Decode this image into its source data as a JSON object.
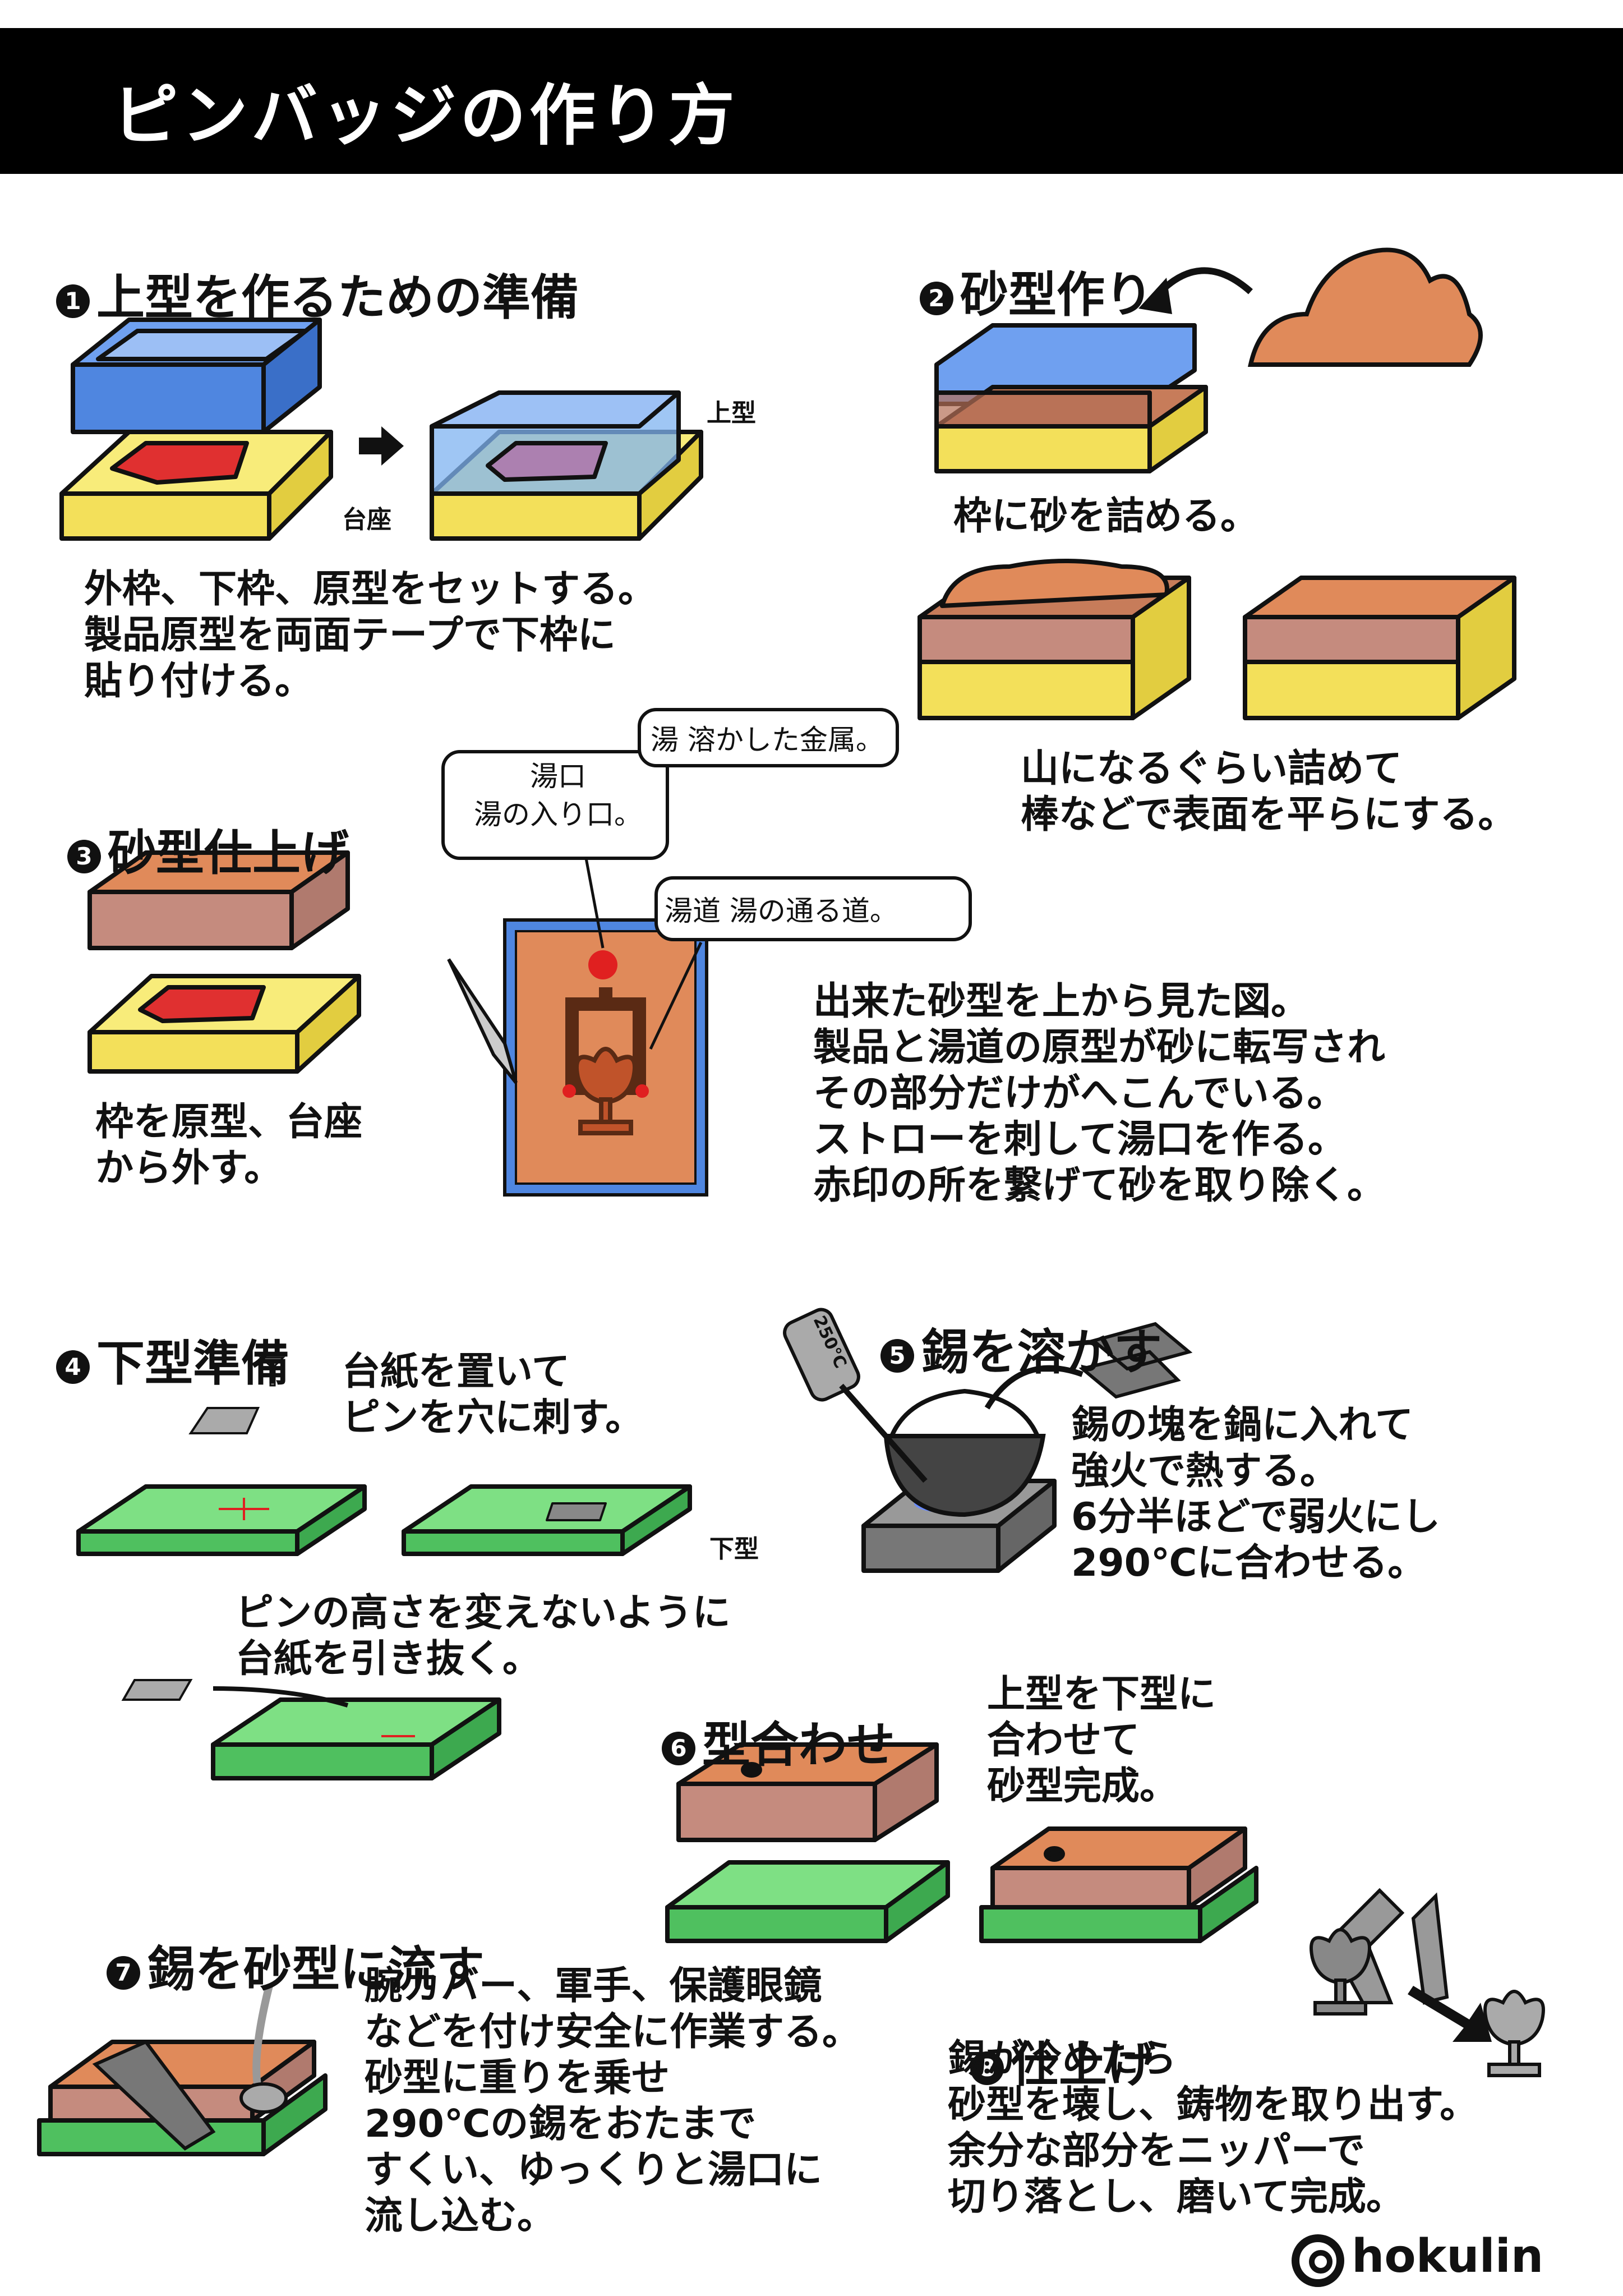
{
  "title": "ピンバッジの作り方",
  "colors": {
    "blue": "#4f86e0",
    "yellow": "#f8ec7a",
    "sand": "#e08a5a",
    "clay": "#c58b7e",
    "green": "#5fd36f",
    "red": "#e02020"
  },
  "steps": [
    {
      "num": "1",
      "title": "上型を作るための準備",
      "label_top": "上型",
      "label_base": "台座",
      "text": "外枠、下枠、原型をセットする。\n製品原型を両面テープで下枠に\n貼り付ける。"
    },
    {
      "num": "2",
      "title": "砂型作り",
      "text1": "枠に砂を詰める。",
      "text2": "山になるぐらい詰めて\n棒などで表面を平らにする。"
    },
    {
      "num": "3",
      "title": "砂型仕上げ",
      "text1": "枠を原型、台座\nから外す。",
      "bubble_yuguchi": "湯口\n湯の入り口。",
      "bubble_yu": "湯 溶かした金属。",
      "bubble_yumichi": "湯道 湯の通る道。",
      "text2": "出来た砂型を上から見た図。\n製品と湯道の原型が砂に転写され\nその部分だけがへこんでいる。\nストローを刺して湯口を作る。\n赤印の所を繋げて砂を取り除く。"
    },
    {
      "num": "4",
      "title": "下型準備",
      "text1": "台紙を置いて\nピンを穴に刺す。",
      "label_bottom": "下型",
      "text2": "ピンの高さを変えないように\n台紙を引き抜く。"
    },
    {
      "num": "5",
      "title": "錫を溶かす",
      "thermo": "250℃",
      "text": "錫の塊を鍋に入れて\n強火で熱する。\n6分半ほどで弱火にし\n290℃に合わせる。"
    },
    {
      "num": "6",
      "title": "型合わせ",
      "text": "上型を下型に\n合わせて\n砂型完成。"
    },
    {
      "num": "7",
      "title": "錫を砂型に流す",
      "text": "腕カバー、軍手、保護眼鏡\nなどを付け安全に作業する。\n砂型に重りを乗せ\n290℃の錫をおたまで\nすくい、ゆっくりと湯口に\n流し込む。"
    },
    {
      "num": "8",
      "title": "仕上げ",
      "text": "錫が冷めたら\n砂型を壊し、鋳物を取り出す。\n余分な部分をニッパーで\n切り落とし、磨いて完成。"
    }
  ],
  "logo": "hokulin"
}
